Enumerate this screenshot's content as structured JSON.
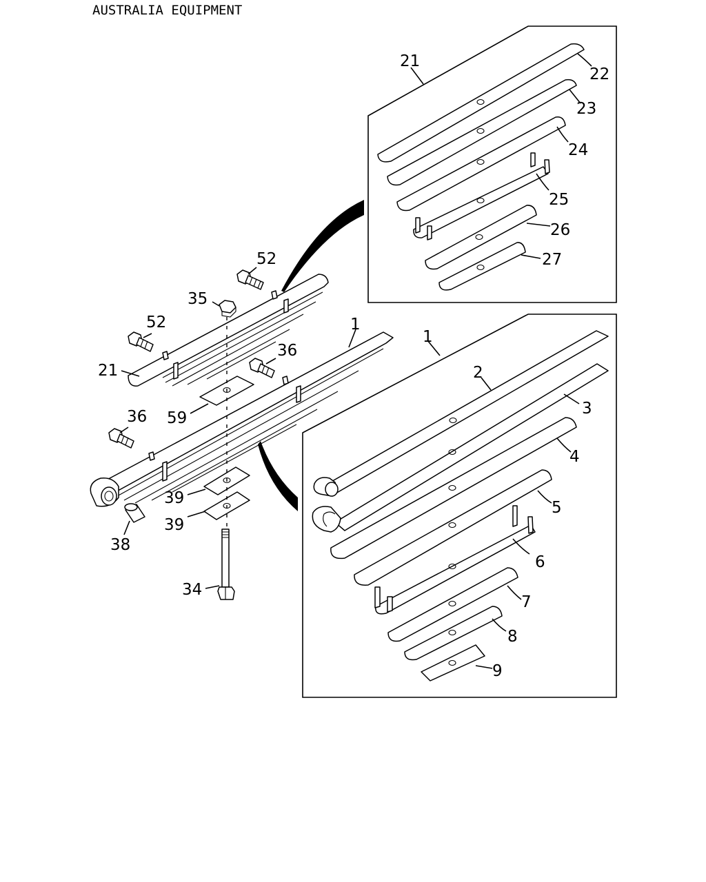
{
  "header": {
    "title": "AUSTRALIA EQUIPMENT"
  },
  "callouts": {
    "c52a": "52",
    "c35": "35",
    "c52b": "52",
    "c21": "21",
    "c36a": "36",
    "c1": "1",
    "c59": "59",
    "c36b": "36",
    "c39a": "39",
    "c39b": "39",
    "c38": "38",
    "c34": "34",
    "i21": "21",
    "i22": "22",
    "i23": "23",
    "i24": "24",
    "i25": "25",
    "i26": "26",
    "i27": "27",
    "j1": "1",
    "j2": "2",
    "j3": "3",
    "j4": "4",
    "j5": "5",
    "j6": "6",
    "j7": "7",
    "j8": "8",
    "j9": "9"
  }
}
